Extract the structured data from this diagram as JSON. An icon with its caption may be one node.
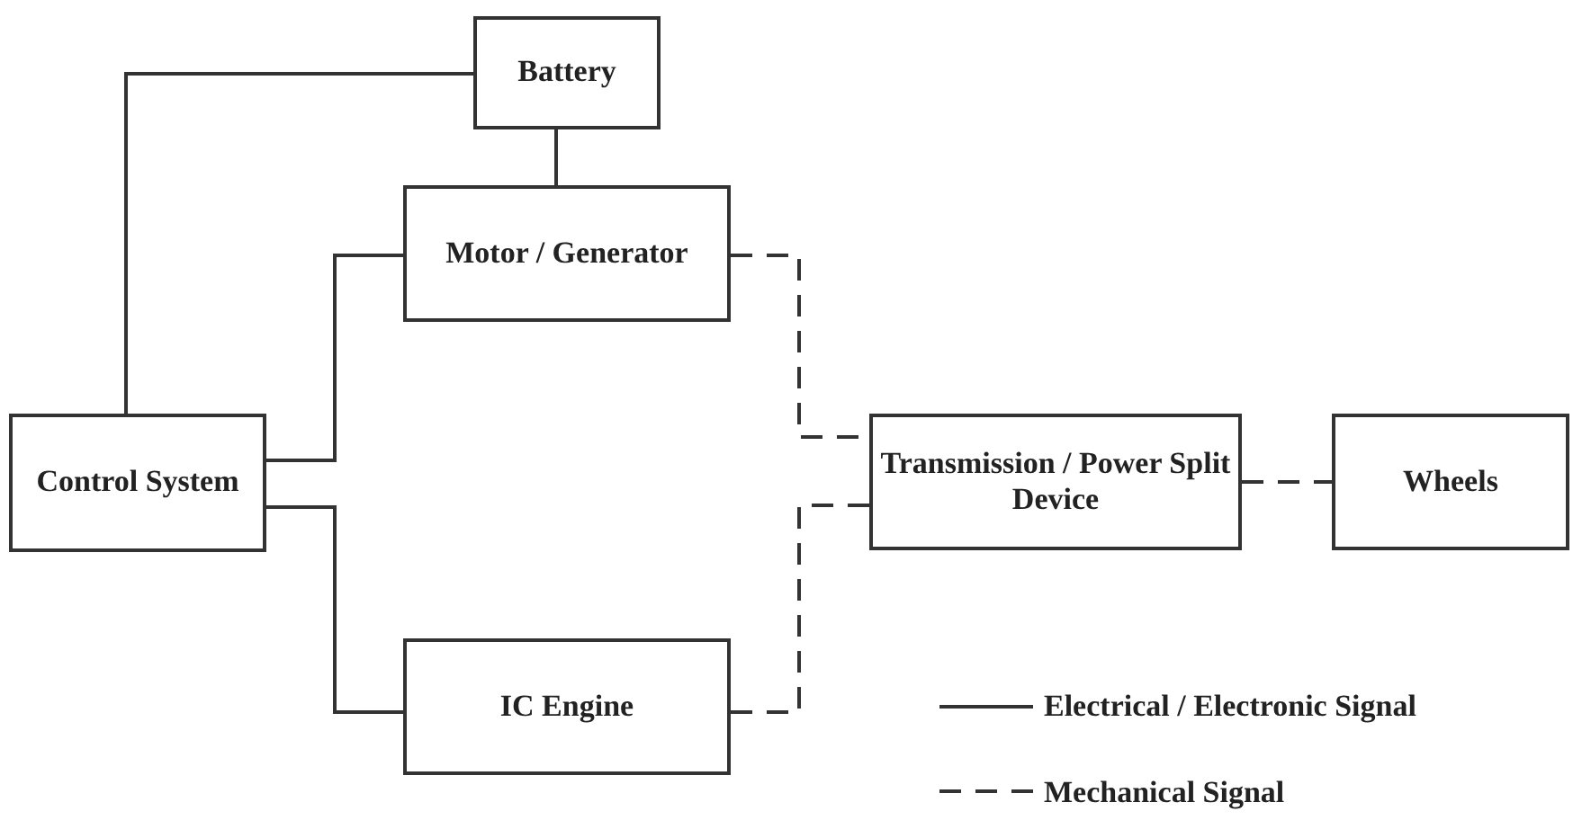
{
  "diagram": {
    "nodes": [
      {
        "text": [
          "Battery"
        ]
      },
      {
        "text": [
          "Motor / Generator"
        ]
      },
      {
        "text": [
          "Control System"
        ]
      },
      {
        "text": [
          "IC Engine"
        ]
      },
      {
        "text": [
          "Transmission / Power Split Device"
        ]
      },
      {
        "text": [
          "Wheels"
        ]
      }
    ],
    "edges": [
      {
        "from": 2,
        "to": 0,
        "arrow": "none"
      },
      {
        "from": 0,
        "to": 1,
        "arrow": "none"
      },
      {
        "from": 2,
        "to": 1,
        "arrow": "none"
      },
      {
        "from": 2,
        "to": 3,
        "arrow": "none"
      },
      {
        "from": 1,
        "to": 4,
        "arrow": "none",
        "style": "dashed"
      },
      {
        "from": 3,
        "to": 4,
        "arrow": "none",
        "style": "dashed"
      },
      {
        "from": 4,
        "to": 5,
        "arrow": "none",
        "style": "dashed"
      }
    ],
    "legend": [
      {
        "text": "Electrical / Electronic Signal"
      },
      {
        "text": "Mechanical Signal"
      }
    ]
  }
}
